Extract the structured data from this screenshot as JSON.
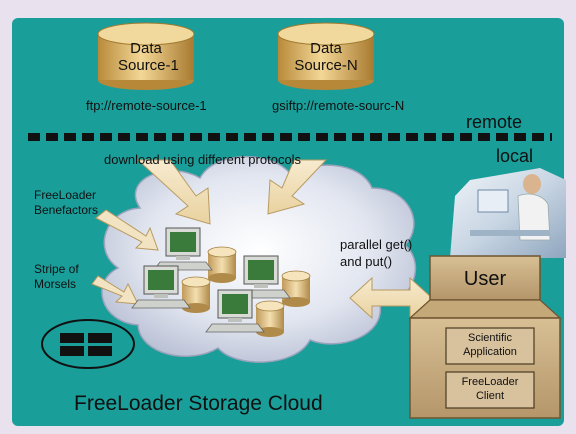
{
  "colors": {
    "outer_bg": "#e9e2ee",
    "panel_bg": "#1a9e9a",
    "cylinder": "#e8c47a",
    "cloud": "#dfe3ee",
    "arrow_fill": "#f4e4bd",
    "user_box": "#c8ab7c"
  },
  "sources": [
    {
      "line1": "Data",
      "line2": "Source-1",
      "url": "ftp://remote-source-1"
    },
    {
      "line1": "Data",
      "line2": "Source-N",
      "url": "gsiftp://remote-sourc-N"
    }
  ],
  "zones": {
    "remote": "remote",
    "local": "local"
  },
  "download_label": "download using different protocols",
  "benefactors_label": [
    "FreeLoader",
    "Benefactors"
  ],
  "stripe_label": [
    "Stripe of",
    "Morsels"
  ],
  "parallel_label": [
    "parallel get()",
    "and put()"
  ],
  "user": {
    "title": "User",
    "app_label": [
      "Scientific",
      "Application"
    ],
    "client_label": [
      "FreeLoader",
      "Client"
    ]
  },
  "cloud_label": "FreeLoader Storage Cloud",
  "icons": [
    "data-source-cylinder-icon",
    "computer-workstation-icon",
    "disk-cylinder-icon",
    "user-photo-icon",
    "morsel-stripe-icon",
    "double-arrow-icon"
  ]
}
